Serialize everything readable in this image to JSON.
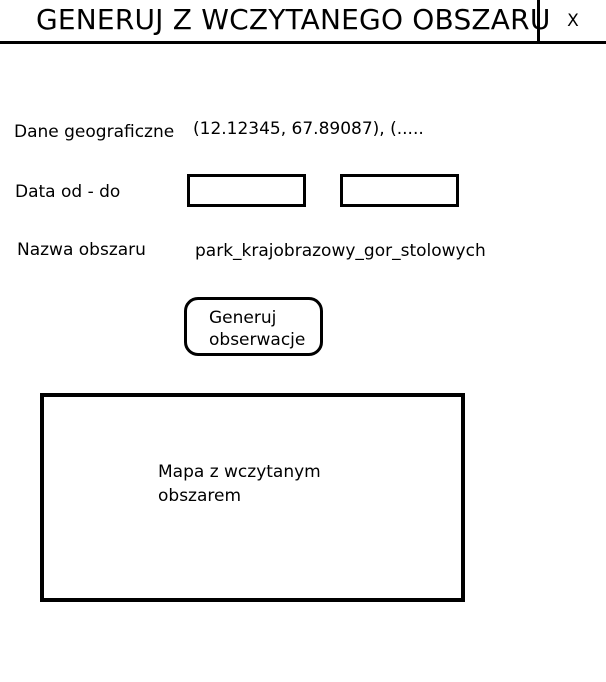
{
  "header": {
    "title": "GENERUJ Z WCZYTANEGO OBSZARU",
    "close_label": "X"
  },
  "form": {
    "geo_label": "Dane geograficzne",
    "geo_value": "(12.12345, 67.89087), (.....",
    "date_label": "Data od - do",
    "date_from": "",
    "date_to": "",
    "name_label": "Nazwa obszaru",
    "name_value": "park_krajobrazowy_gor_stolowych"
  },
  "actions": {
    "generate_label": "Generuj obserwacje"
  },
  "map": {
    "placeholder": "Mapa z wczytanym obszarem"
  }
}
